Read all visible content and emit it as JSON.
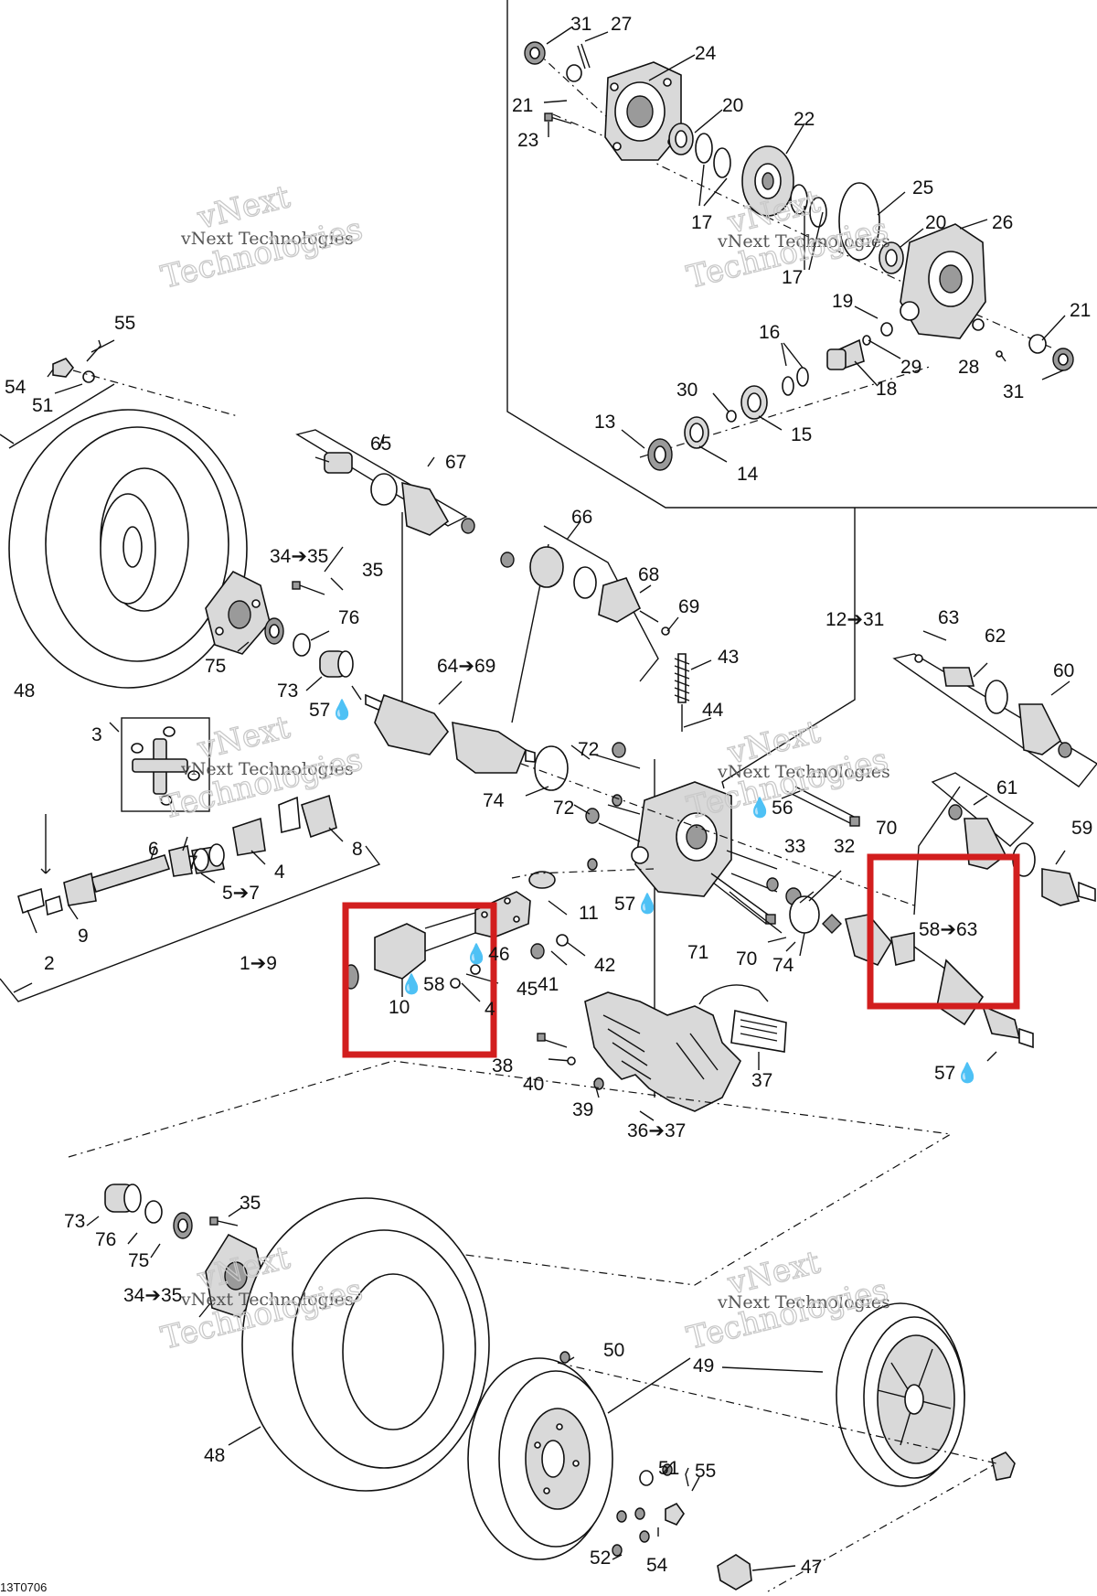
{
  "figure_code": "13T0706",
  "watermark": {
    "line1": "vNext Technologies",
    "line2": "vNext",
    "line3": "Technologies"
  },
  "callouts": [
    {
      "id": "c31a",
      "text": "31"
    },
    {
      "id": "c27",
      "text": "27"
    },
    {
      "id": "c24",
      "text": "24"
    },
    {
      "id": "c21a",
      "text": "21"
    },
    {
      "id": "c20a",
      "text": "20"
    },
    {
      "id": "c23",
      "text": "23"
    },
    {
      "id": "c22",
      "text": "22"
    },
    {
      "id": "c17a",
      "text": "17"
    },
    {
      "id": "c25",
      "text": "25"
    },
    {
      "id": "c20b",
      "text": "20"
    },
    {
      "id": "c26",
      "text": "26"
    },
    {
      "id": "c17b",
      "text": "17"
    },
    {
      "id": "c19",
      "text": "19"
    },
    {
      "id": "c21b",
      "text": "21"
    },
    {
      "id": "c16",
      "text": "16"
    },
    {
      "id": "c29",
      "text": "29"
    },
    {
      "id": "c28",
      "text": "28"
    },
    {
      "id": "c31b",
      "text": "31"
    },
    {
      "id": "c18",
      "text": "18"
    },
    {
      "id": "c30",
      "text": "30"
    },
    {
      "id": "c13",
      "text": "13"
    },
    {
      "id": "c15",
      "text": "15"
    },
    {
      "id": "c14",
      "text": "14"
    },
    {
      "id": "c55a",
      "text": "55"
    },
    {
      "id": "c54a",
      "text": "54"
    },
    {
      "id": "c51a",
      "text": "51"
    },
    {
      "id": "c65",
      "text": "65"
    },
    {
      "id": "c67",
      "text": "67"
    },
    {
      "id": "c66",
      "text": "66"
    },
    {
      "id": "c34_35a",
      "text": "34➔35"
    },
    {
      "id": "c35a",
      "text": "35"
    },
    {
      "id": "c68",
      "text": "68"
    },
    {
      "id": "c76a",
      "text": "76"
    },
    {
      "id": "c69",
      "text": "69"
    },
    {
      "id": "c12_31",
      "text": "12➔31"
    },
    {
      "id": "c63",
      "text": "63"
    },
    {
      "id": "c62",
      "text": "62"
    },
    {
      "id": "c75a",
      "text": "75"
    },
    {
      "id": "c64_69",
      "text": "64➔69"
    },
    {
      "id": "c43",
      "text": "43"
    },
    {
      "id": "c60",
      "text": "60"
    },
    {
      "id": "c48a",
      "text": "48"
    },
    {
      "id": "c73a",
      "text": "73"
    },
    {
      "id": "c57a",
      "text": "57💧"
    },
    {
      "id": "c44",
      "text": "44"
    },
    {
      "id": "c3",
      "text": "3"
    },
    {
      "id": "c72a",
      "text": "72"
    },
    {
      "id": "c74a",
      "text": "74"
    },
    {
      "id": "c61",
      "text": "61"
    },
    {
      "id": "c72b",
      "text": "72"
    },
    {
      "id": "c56",
      "text": "💧56"
    },
    {
      "id": "c70a",
      "text": "70"
    },
    {
      "id": "c8",
      "text": "8"
    },
    {
      "id": "c59",
      "text": "59"
    },
    {
      "id": "c6",
      "text": "6"
    },
    {
      "id": "c7",
      "text": "7"
    },
    {
      "id": "c4",
      "text": "4"
    },
    {
      "id": "c33",
      "text": "33"
    },
    {
      "id": "c32",
      "text": "32"
    },
    {
      "id": "c5_7",
      "text": "5➔7"
    },
    {
      "id": "c57b",
      "text": "57💧"
    },
    {
      "id": "c11",
      "text": "11"
    },
    {
      "id": "c9",
      "text": "9"
    },
    {
      "id": "c58_63",
      "text": "58➔63"
    },
    {
      "id": "c71",
      "text": "71"
    },
    {
      "id": "c70b",
      "text": "70"
    },
    {
      "id": "c74b",
      "text": "74"
    },
    {
      "id": "c46",
      "text": "💧46"
    },
    {
      "id": "c42",
      "text": "42"
    },
    {
      "id": "c2",
      "text": "2"
    },
    {
      "id": "c1_9",
      "text": "1➔9"
    },
    {
      "id": "c58",
      "text": "💧58"
    },
    {
      "id": "c41",
      "text": "41"
    },
    {
      "id": "c45",
      "text": "45"
    },
    {
      "id": "c10",
      "text": "10"
    },
    {
      "id": "c4b",
      "text": "4"
    },
    {
      "id": "c38",
      "text": "38"
    },
    {
      "id": "c40",
      "text": "40"
    },
    {
      "id": "c37",
      "text": "37"
    },
    {
      "id": "c57c",
      "text": "57💧"
    },
    {
      "id": "c39",
      "text": "39"
    },
    {
      "id": "c36_37",
      "text": "36➔37"
    },
    {
      "id": "c35b",
      "text": "35"
    },
    {
      "id": "c73b",
      "text": "73"
    },
    {
      "id": "c76b",
      "text": "76"
    },
    {
      "id": "c75b",
      "text": "75"
    },
    {
      "id": "c34_35b",
      "text": "34➔35"
    },
    {
      "id": "c50",
      "text": "50"
    },
    {
      "id": "c49",
      "text": "49"
    },
    {
      "id": "c48b",
      "text": "48"
    },
    {
      "id": "c51b",
      "text": "51"
    },
    {
      "id": "c55b",
      "text": "55"
    },
    {
      "id": "c52",
      "text": "52"
    },
    {
      "id": "c54b",
      "text": "54"
    },
    {
      "id": "c47",
      "text": "47"
    }
  ],
  "colors": {
    "highlight": "#d21e1e",
    "line": "#111111",
    "watermark": "#c9c9c9"
  }
}
